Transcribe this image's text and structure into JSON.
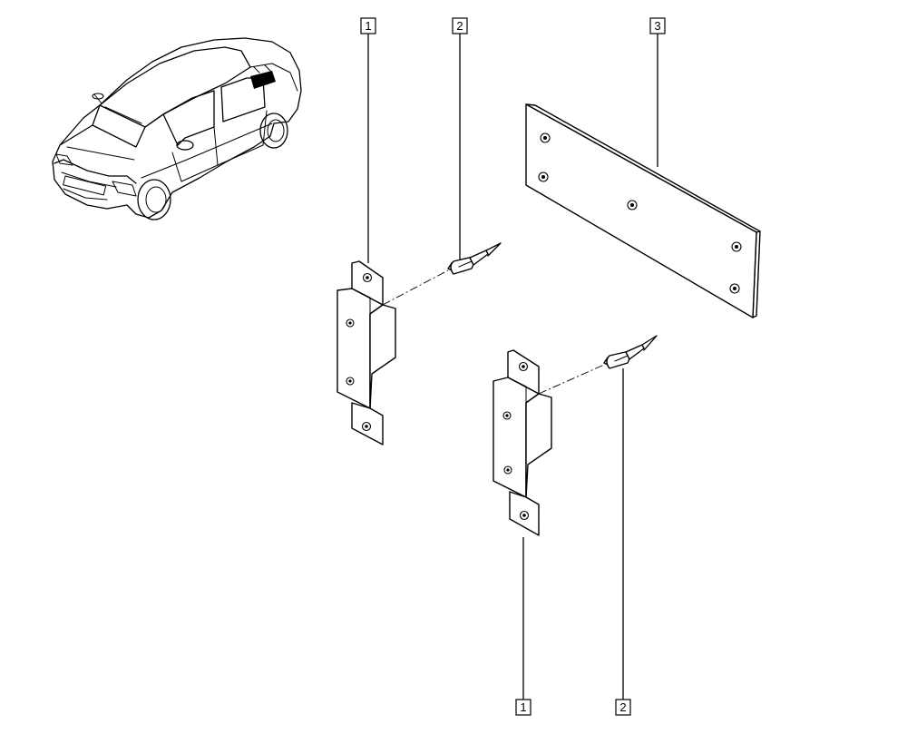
{
  "callouts": {
    "c1_top": "1",
    "c2_top": "2",
    "c3_top": "3",
    "c1_bottom": "1",
    "c2_bottom": "2"
  }
}
